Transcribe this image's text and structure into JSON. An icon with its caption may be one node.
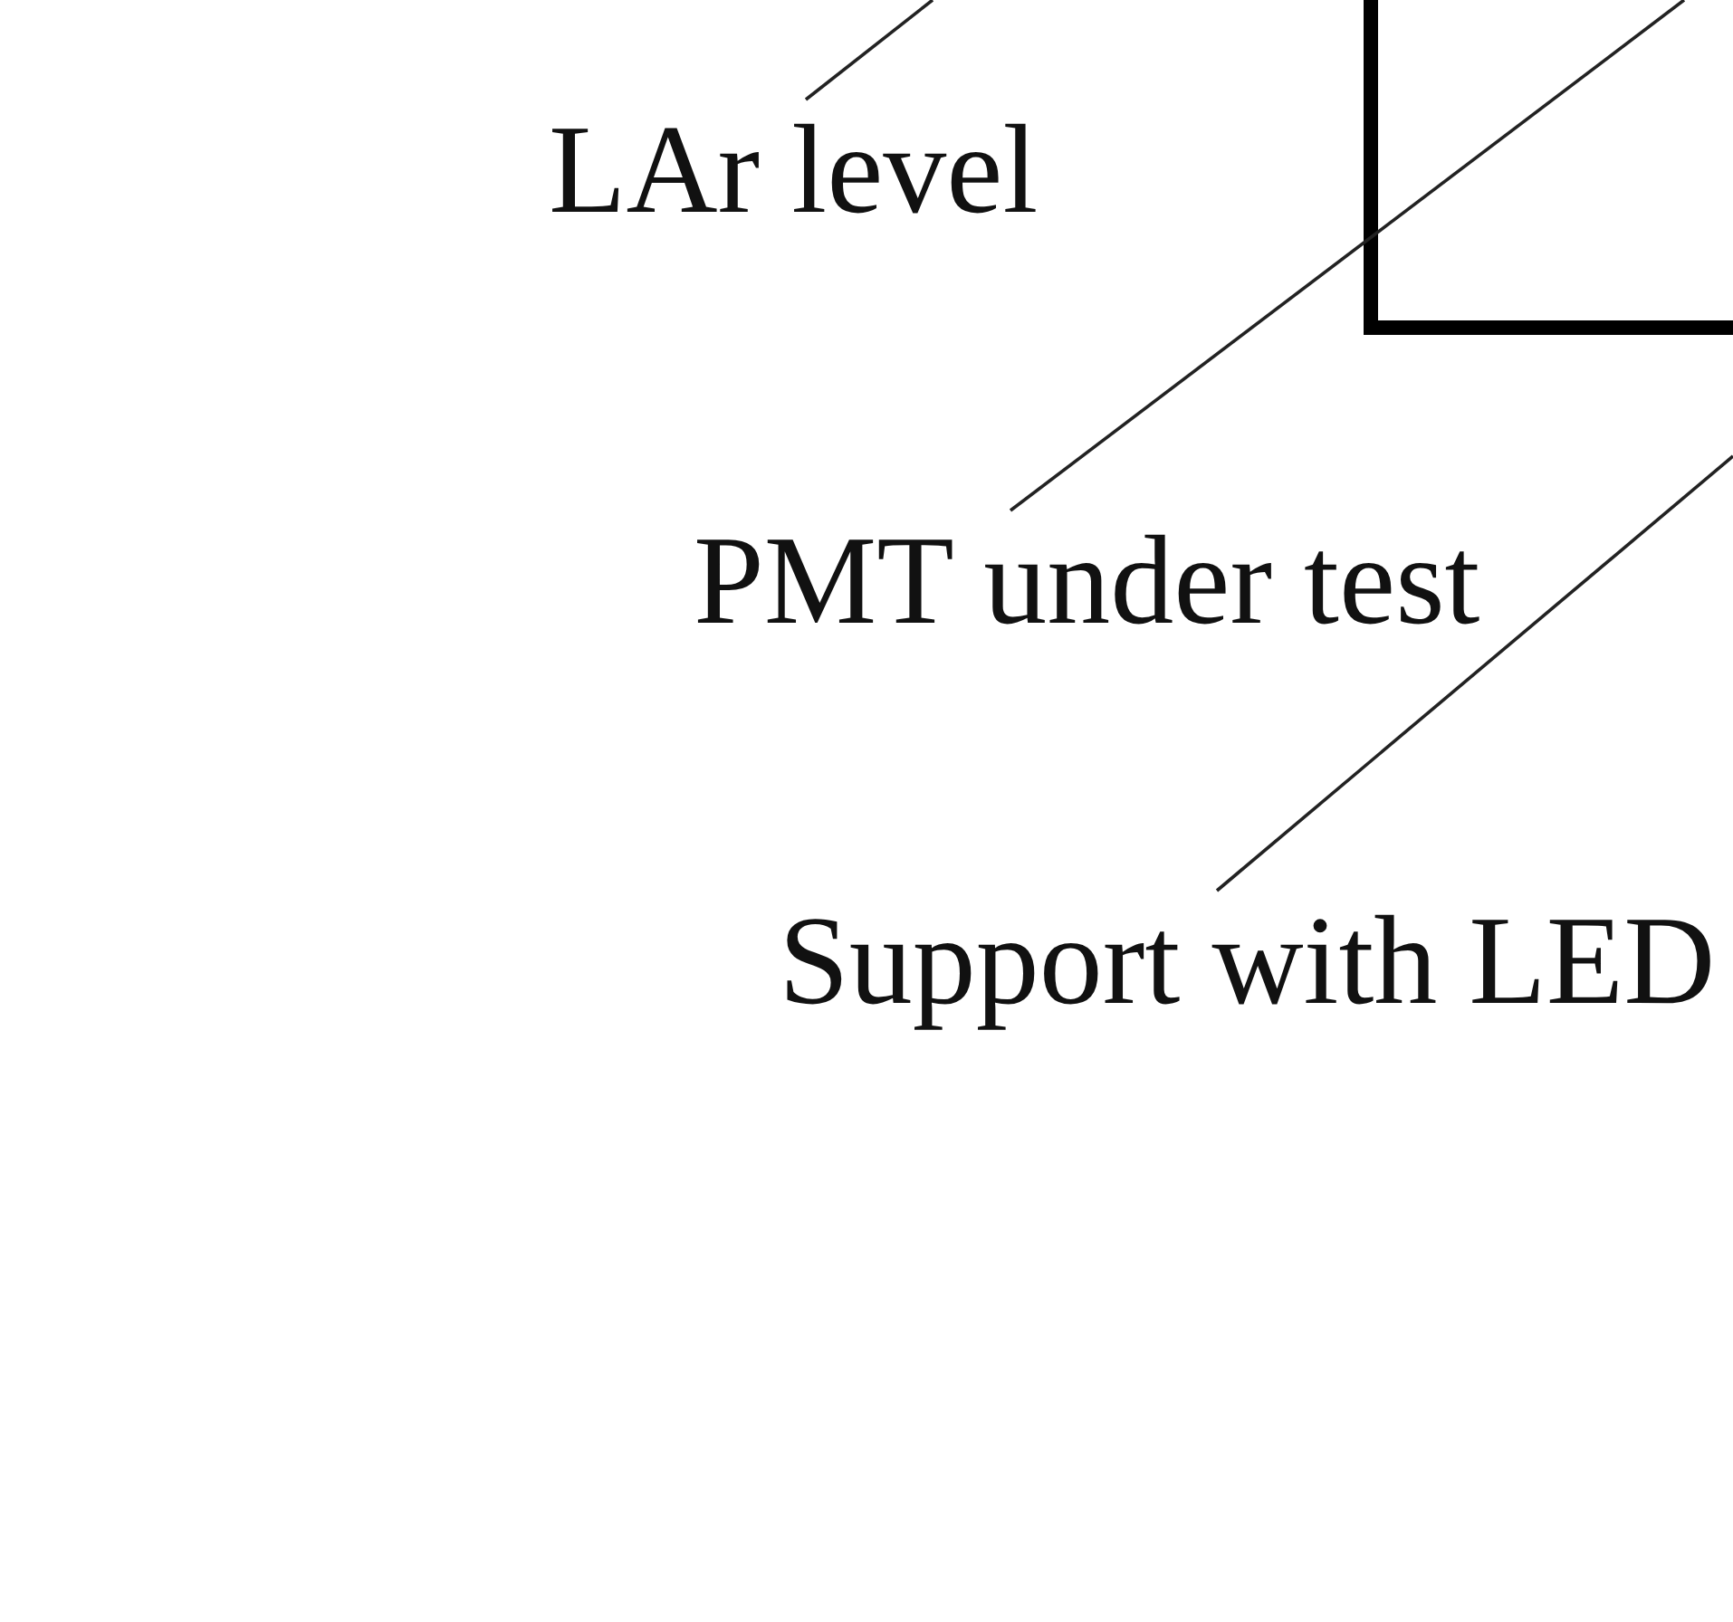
{
  "diagram": {
    "nodes": [
      {
        "text": [
          "LAr level"
        ]
      },
      {
        "text": [
          "PMT under test"
        ]
      },
      {
        "text": [
          "Support with LED"
        ]
      }
    ],
    "edges": [
      {
        "from": 0,
        "to": null,
        "arrow": "none"
      },
      {
        "from": 1,
        "to": null,
        "arrow": "none"
      },
      {
        "from": 2,
        "to": null,
        "arrow": "none"
      }
    ]
  }
}
